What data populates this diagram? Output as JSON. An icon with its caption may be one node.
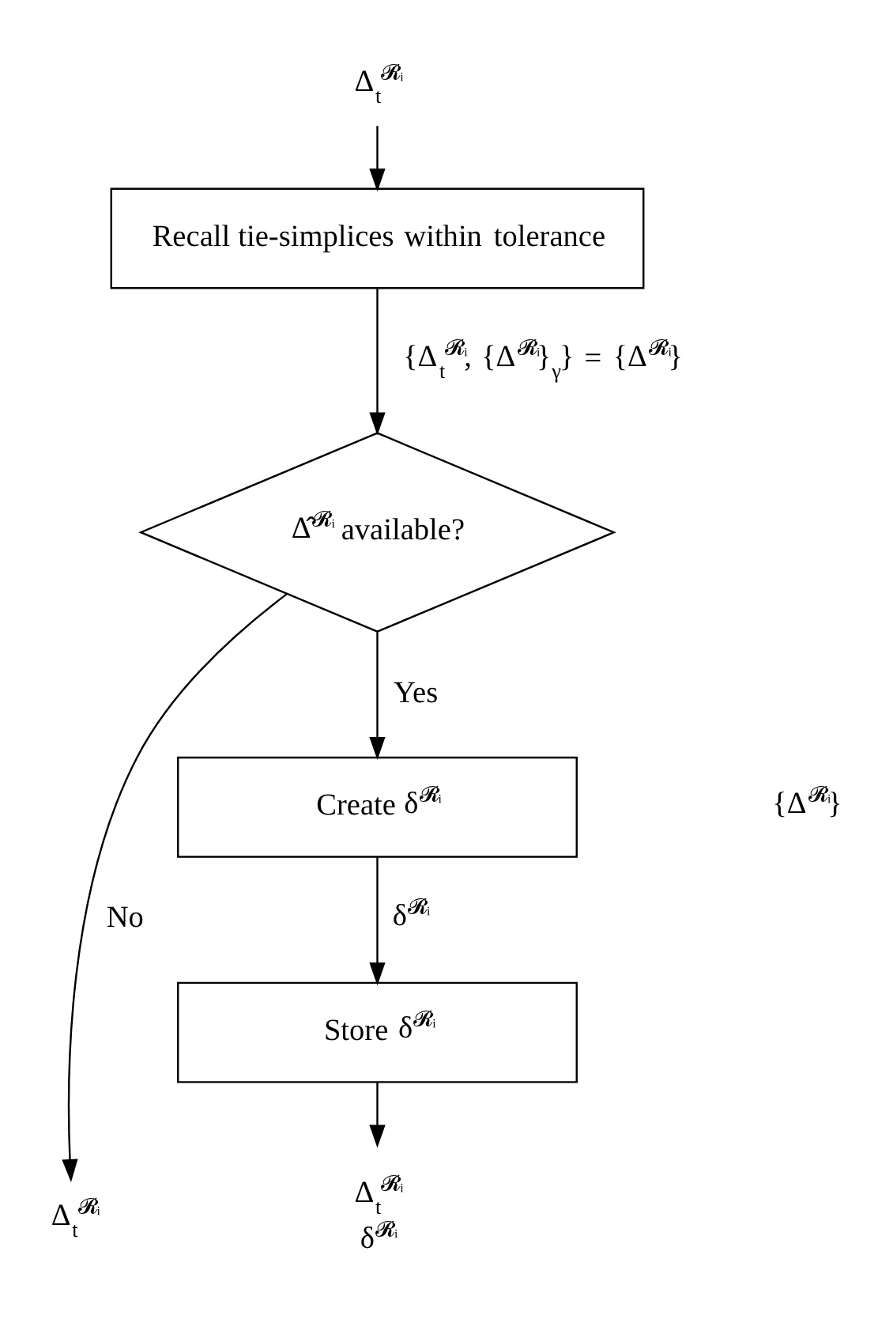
{
  "diagram": {
    "nodes": [
      {
        "text": [
          "Δ$_{t}$$^{𝓡ᵢ}$"
        ]
      },
      {
        "text": [
          "Recall tie-simplices within tolerance"
        ]
      },
      {
        "text": [
          "Δ̂$^{𝓡ᵢ}$ available?"
        ]
      },
      {
        "text": [
          "Create δ$^{𝓡ᵢ}$"
        ]
      },
      {
        "text": [
          "Store δ$^{𝓡ᵢ}$"
        ]
      },
      {
        "text": [
          "Δ$_{t}$$^{𝓡ᵢ}$"
        ]
      },
      {
        "text": [
          "Δ$_{t}$$^{𝓡ᵢ}$ δ$^{𝓡ᵢ}$"
        ]
      }
    ],
    "edges": [
      {
        "from": 0,
        "to": 1,
        "arrow": "to"
      },
      {
        "from": 1,
        "to": 2,
        "arrow": "to",
        "label": "{Δ$_{t}$$^{𝓡ᵢ}$, {Δ$^{𝓡ᵢ}$}$_{γ}$} = {Δ$^{𝓡ᵢ}$}"
      },
      {
        "from": 2,
        "to": 5,
        "arrow": "to",
        "label": "No"
      },
      {
        "from": 2,
        "to": 3,
        "arrow": "to",
        "label": "Yes"
      },
      {
        "from": 3,
        "to": 4,
        "arrow": "to",
        "label": "δ$^{𝓡ᵢ}$"
      },
      {
        "from": 4,
        "to": 6,
        "arrow": "to"
      }
    ],
    "labels": [
      "{Δ$^{𝓡ᵢ}$}"
    ]
  }
}
